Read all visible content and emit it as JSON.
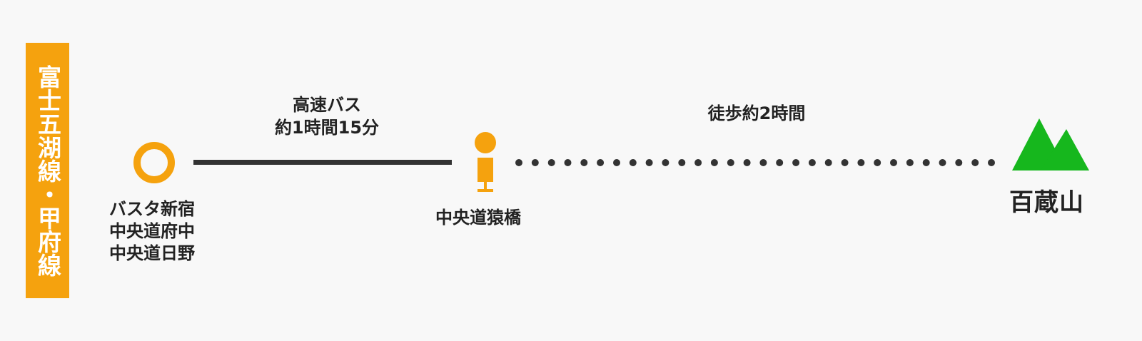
{
  "route": {
    "label": "富士五湖線・甲府線"
  },
  "stops": {
    "origin": "バスタ新宿\n中央道府中\n中央道日野",
    "transfer": "中央道猿橋",
    "destination": "百蔵山"
  },
  "segments": {
    "bus": "高速バス\n約1時間15分",
    "walk": "徒歩約2時間"
  },
  "colors": {
    "accent": "#f5a20e",
    "line": "#333333",
    "mountain": "#16b71d",
    "background": "#f8f8f8"
  },
  "icons": {
    "origin": "station-ring-icon",
    "transfer": "bus-stop-icon",
    "destination": "mountain-icon"
  }
}
